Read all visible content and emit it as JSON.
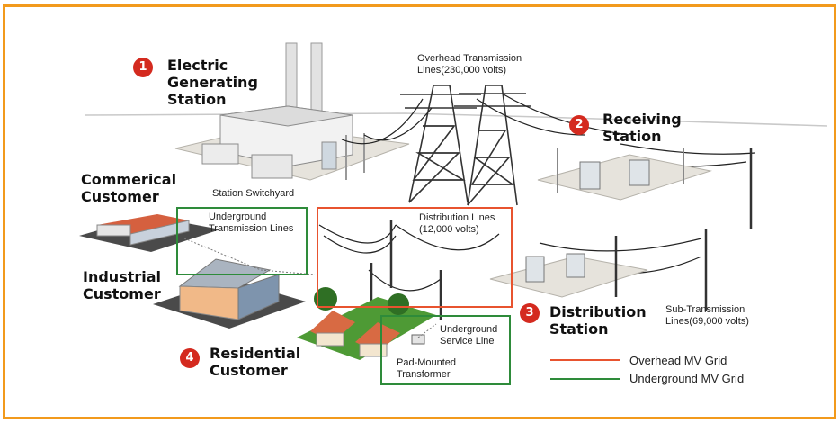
{
  "labels": {
    "generating_station": {
      "number": "1",
      "line1": "Electric",
      "line2": "Generating",
      "line3": "Station"
    },
    "receiving_station": {
      "number": "2",
      "line1": "Receiving",
      "line2": "Station"
    },
    "distribution_station": {
      "number": "3",
      "line1": "Distribution",
      "line2": "Station"
    },
    "residential_customer": {
      "number": "4",
      "line1": "Residential",
      "line2": "Customer"
    },
    "commercial_customer": {
      "line1": "Commerical",
      "line2": "Customer"
    },
    "industrial_customer": {
      "line1": "Industrial",
      "line2": "Customer"
    },
    "overhead_transmission": {
      "line1": "Overhead Transmission",
      "line2": "Lines(230,000 volts)"
    },
    "station_switchyard": "Station Switchyard",
    "underground_transmission": {
      "line1": "Underground",
      "line2": "Transmission Lines"
    },
    "distribution_lines": {
      "line1": "Distribution Lines",
      "line2": "(12,000 volts)"
    },
    "sub_transmission": {
      "line1": "Sub-Transmission",
      "line2": "Lines(69,000 volts)"
    },
    "underground_service": {
      "line1": "Underground",
      "line2": "Service Line"
    },
    "pad_mounted": {
      "line1": "Pad-Mounted",
      "line2": "Transformer"
    }
  },
  "legend": [
    {
      "label": "Overhead MV Grid",
      "color": "#e8532f"
    },
    {
      "label": "Underground MV Grid",
      "color": "#2e8b3a"
    }
  ],
  "colors": {
    "frame": "#f29a1c",
    "badge": "#d42a1f",
    "overhead_box": "#e8532f",
    "underground_box": "#2e8b3a"
  }
}
